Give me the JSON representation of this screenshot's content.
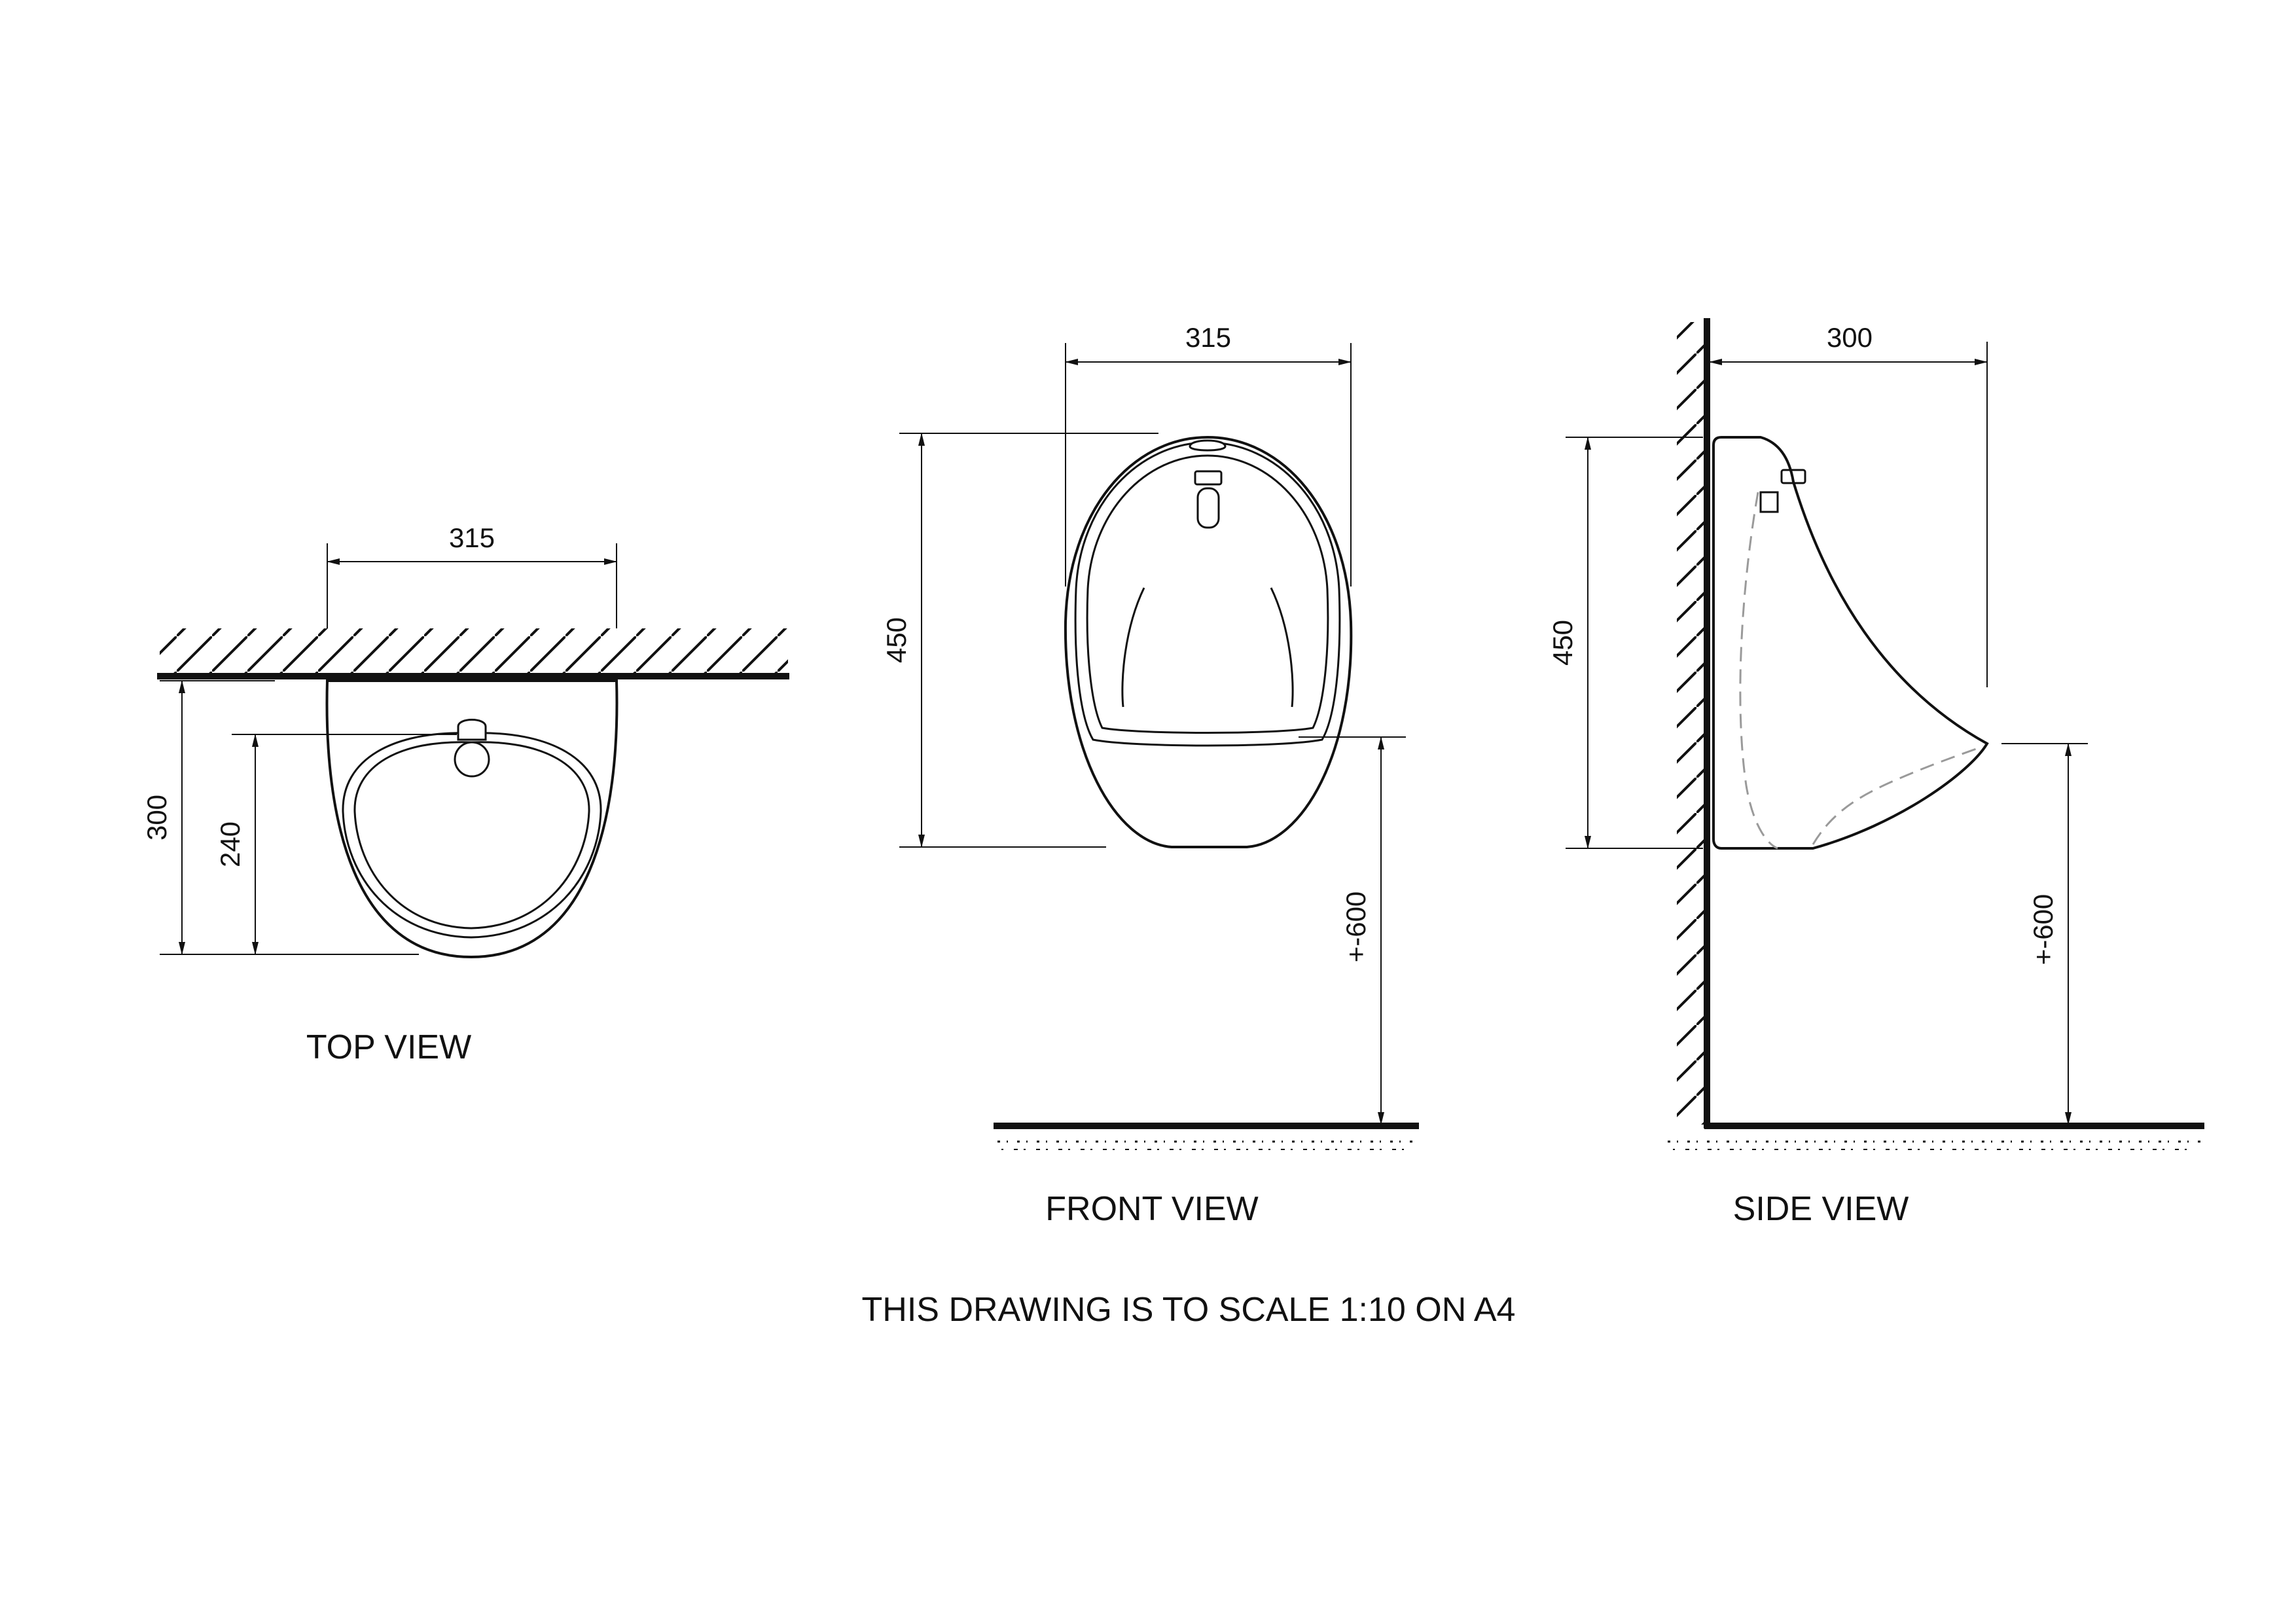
{
  "views": {
    "top": {
      "title": "TOP VIEW",
      "width_dim": "315",
      "depth_dim": "300",
      "bowl_dim": "240"
    },
    "front": {
      "title": "FRONT VIEW",
      "width_dim": "315",
      "height_dim": "450",
      "mount_dim": "+-600"
    },
    "side": {
      "title": "SIDE VIEW",
      "depth_dim": "300",
      "height_dim": "450",
      "mount_dim": "+-600"
    }
  },
  "scale_note": "THIS DRAWING IS TO SCALE 1:10 ON A4",
  "colors": {
    "line": "#111111",
    "background": "#ffffff",
    "hidden_line": "#9a9a9a"
  }
}
